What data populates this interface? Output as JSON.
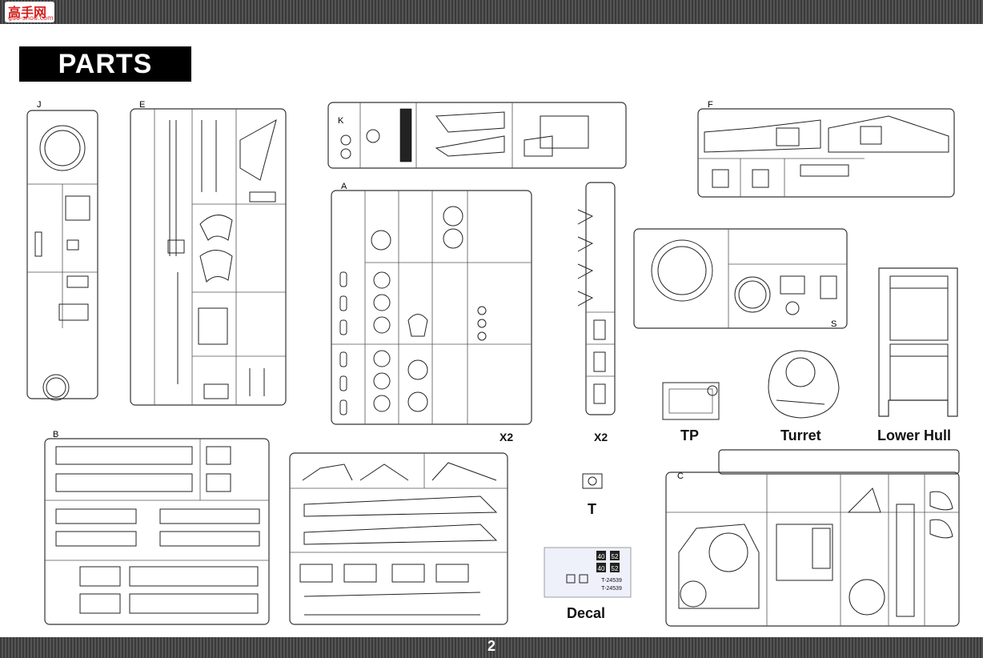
{
  "header": {
    "logo_mark": "高手网",
    "logo_site": "gao-shou.com"
  },
  "title": "PARTS",
  "sprue_letters": {
    "j": "J",
    "e": "E",
    "k": "K",
    "f": "F",
    "a": "A",
    "b": "B",
    "s": "S",
    "c": "C"
  },
  "labels": {
    "x2_a": "X2",
    "x2_b": "X2",
    "tp": "TP",
    "turret": "Turret",
    "lower_hull": "Lower Hull",
    "t": "T",
    "decal": "Decal"
  },
  "decal_texts": {
    "n1": "40",
    "n2": "52",
    "n3": "40",
    "n4": "52",
    "code1": "T-24539",
    "code2": "T-24539"
  },
  "page_number": "2"
}
